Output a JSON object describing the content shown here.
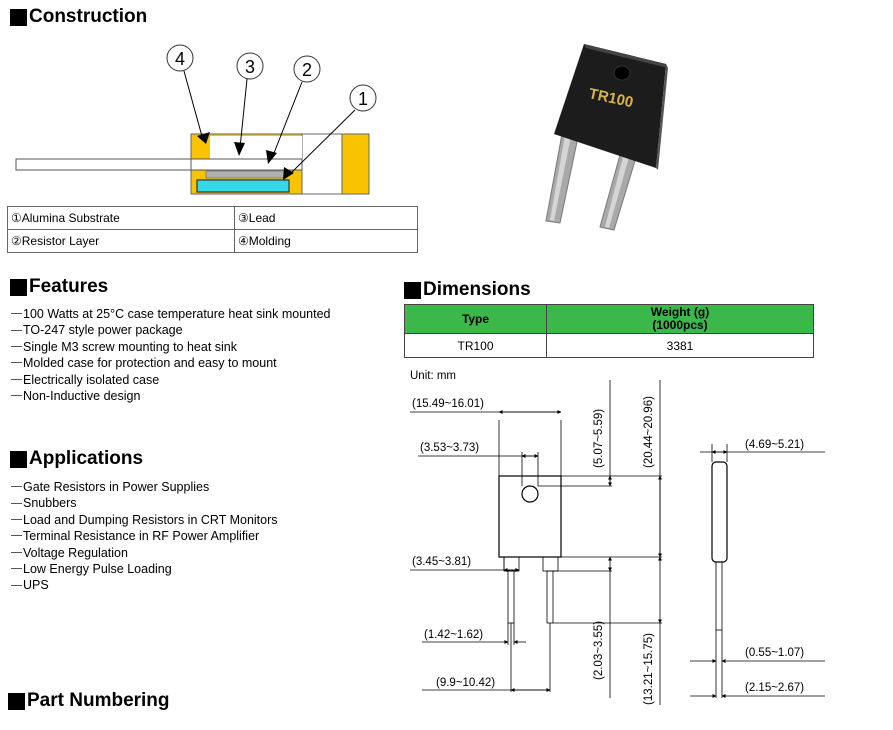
{
  "sections": {
    "construction": "Construction",
    "features": "Features",
    "applications": "Applications",
    "dimensions": "Dimensions",
    "part_numbering": "Part Numbering"
  },
  "construction": {
    "callouts": [
      "4",
      "3",
      "2",
      "1"
    ],
    "legend": [
      {
        "num": "①",
        "label": "Alumina Substrate"
      },
      {
        "num": "③",
        "label": "Lead"
      },
      {
        "num": "②",
        "label": "Resistor Layer"
      },
      {
        "num": "④",
        "label": "Molding"
      }
    ]
  },
  "product": {
    "marking": "TR100"
  },
  "features": [
    "100 Watts at 25°C case temperature heat sink mounted",
    "TO-247 style power package",
    "Single M3 screw mounting to heat sink",
    "Molded case for protection and easy to mount",
    "Electrically isolated case",
    "Non-Inductive design"
  ],
  "applications": [
    "Gate Resistors in Power Supplies",
    "Snubbers",
    "Load and Dumping Resistors in CRT Monitors",
    "Terminal Resistance in RF Power Amplifier",
    "Voltage Regulation",
    "Low Energy Pulse Loading",
    "UPS"
  ],
  "dimensions_table": {
    "header_type": "Type",
    "header_weight_line1": "Weight (g)",
    "header_weight_line2": "(1000pcs)",
    "rows": [
      {
        "type": "TR100",
        "weight": "3381"
      }
    ]
  },
  "drawing": {
    "unit": "Unit: mm",
    "dims": {
      "body_width": "(15.49~16.01)",
      "hole_pos": "(3.53~3.73)",
      "hole_height": "(5.07~5.59)",
      "body_height": "(20.44~20.96)",
      "lead_width": "(3.45~3.81)",
      "lead_thin": "(1.42~1.62)",
      "lead_pitch": "(9.9~10.42)",
      "lead_shoulder": "(2.03~3.55)",
      "lead_length": "(13.21~15.75)",
      "thickness": "(4.69~5.21)",
      "lead_thickness": "(0.55~1.07)",
      "side_lead": "(2.15~2.67)"
    }
  },
  "colors": {
    "molding": "#f8c300",
    "substrate": "#33d9e8",
    "resistor_layer": "#b0b0b0",
    "header_green": "#3cb84a"
  }
}
